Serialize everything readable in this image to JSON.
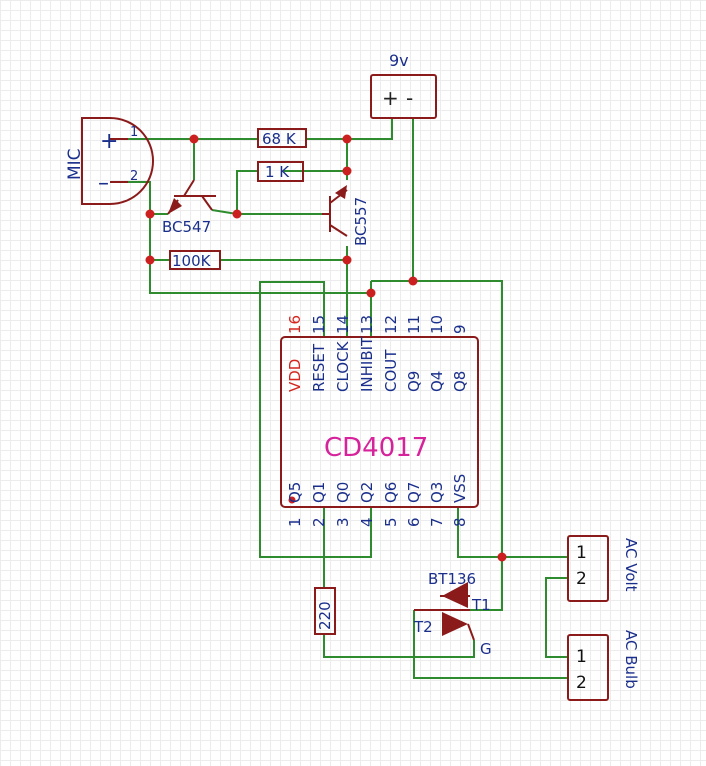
{
  "schematic": {
    "mic": {
      "name": "MIC",
      "plus": "+",
      "minus": "–",
      "pin1": "1",
      "pin2": "2"
    },
    "battery": {
      "name": "9v",
      "plus": "+",
      "minus": "-"
    },
    "resistors": {
      "r68k": "68 K",
      "r1k": "1 K",
      "r100k": "100K",
      "r220": "220"
    },
    "transistors": {
      "q1": "BC547",
      "q2": "BC557"
    },
    "ic": {
      "name": "CD4017",
      "top_pins": [
        {
          "num": "16",
          "label": "VDD"
        },
        {
          "num": "15",
          "label": "RESET"
        },
        {
          "num": "14",
          "label": "CLOCK"
        },
        {
          "num": "13",
          "label": "INHIBIT"
        },
        {
          "num": "12",
          "label": "COUT"
        },
        {
          "num": "11",
          "label": "Q9"
        },
        {
          "num": "10",
          "label": "Q4"
        },
        {
          "num": "9",
          "label": "Q8"
        }
      ],
      "bottom_pins": [
        {
          "num": "1",
          "label": "Q5"
        },
        {
          "num": "2",
          "label": "Q1"
        },
        {
          "num": "3",
          "label": "Q0"
        },
        {
          "num": "4",
          "label": "Q2"
        },
        {
          "num": "5",
          "label": "Q6"
        },
        {
          "num": "6",
          "label": "Q7"
        },
        {
          "num": "7",
          "label": "Q3"
        },
        {
          "num": "8",
          "label": "VSS"
        }
      ]
    },
    "triac": {
      "name": "BT136",
      "t1": "T1",
      "t2": "T2",
      "g": "G"
    },
    "connectors": {
      "ac_volt": {
        "name": "AC Volt",
        "p1": "1",
        "p2": "2"
      },
      "ac_bulb": {
        "name": "AC Bulb",
        "p1": "1",
        "p2": "2"
      }
    },
    "colors": {
      "wire": "#2e8b2e",
      "component": "#8b1a1a",
      "label": "#1a2f8c",
      "ic_name": "#d6239c",
      "vdd": "#d4261f",
      "junction": "#cc1f1f"
    }
  }
}
